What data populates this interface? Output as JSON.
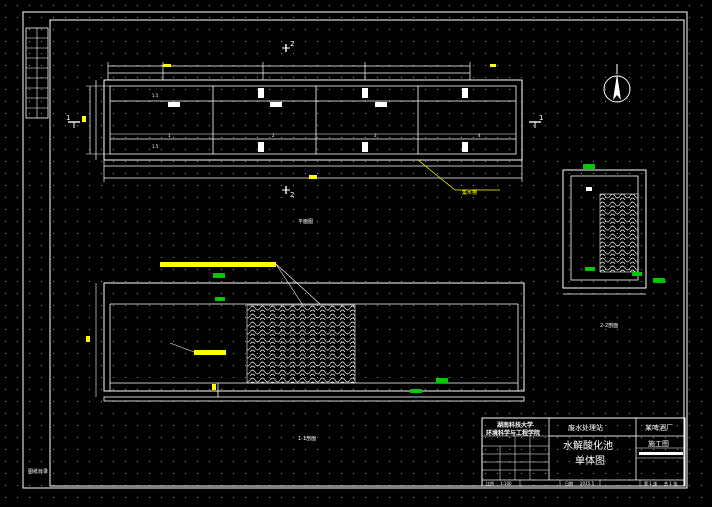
{
  "drawing": {
    "plan_title": "平面图",
    "section_a_title": "1-1剖面",
    "section_b_title": "2-2剖面",
    "callout_label": "集水槽",
    "section_marks": [
      "1",
      "1",
      "2",
      "2"
    ],
    "dims_left": [
      "1.5",
      "1.5"
    ],
    "dims_mid": [
      "1",
      "2",
      "3",
      "4"
    ],
    "bottom_left_label": "图纸目录"
  },
  "title_block": {
    "school_line1": "湖南科技大学",
    "school_line2": "环境科学与工程学院",
    "project_name": "废水处理站",
    "client": "某啤酒厂",
    "drawing_title_line1": "水解酸化池",
    "drawing_title_line2": "单体图",
    "stage": "施工图",
    "footer": [
      "比例",
      "1:100",
      "日期",
      "2015.5",
      "第 1 张",
      "共 1 张"
    ]
  },
  "colors": {
    "background": "#000000",
    "line": "#ffffff",
    "yellow": "#ffff00",
    "green": "#00c800",
    "grid_dot": "#9a9a9a"
  }
}
